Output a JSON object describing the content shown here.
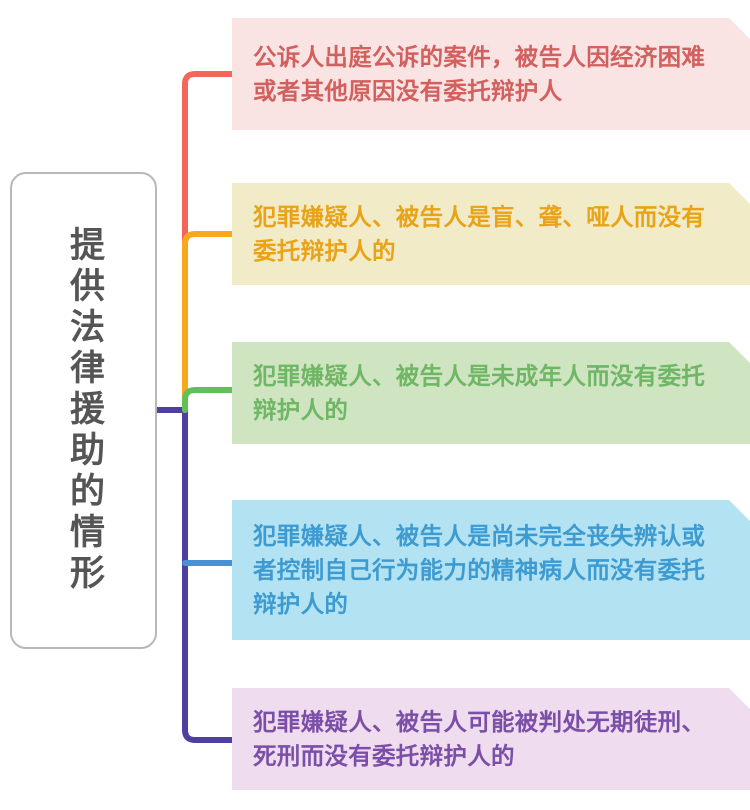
{
  "diagram": {
    "type": "mind-map",
    "orientation": "left-root-right-branches",
    "root": {
      "label": "提供法律援助的情形",
      "border_color": "#b8b8b8",
      "text_color": "#555555",
      "background": "#ffffff"
    },
    "branches": [
      {
        "index": 1,
        "text": "公诉人出庭公诉的案件，被告人因经济困难或者其他原因没有委托辩护人",
        "card_background": "#FAE3E3",
        "text_color": "#D1605E",
        "connector_color": "#F4655A"
      },
      {
        "index": 2,
        "text": "犯罪嫌疑人、被告人是盲、聋、哑人而没有委托辩护人的",
        "card_background": "#F2EBC8",
        "text_color": "#E8A317",
        "connector_color": "#F7A81B"
      },
      {
        "index": 3,
        "text": "犯罪嫌疑人、被告人是未成年人而没有委托辩护人的",
        "card_background": "#CFE4C1",
        "text_color": "#6FB665",
        "connector_color": "#62C05A"
      },
      {
        "index": 4,
        "text": "犯罪嫌疑人、被告人是尚未完全丧失辨认或者控制自己行为能力的精神病人而没有委托辩护人的",
        "card_background": "#B3E2F2",
        "text_color": "#3D9BD1",
        "connector_color": "#4A90D9"
      },
      {
        "index": 5,
        "text": "犯罪嫌疑人、被告人可能被判处无期徒刑、死刑而没有委托辩护人的",
        "card_background": "#EFDCEE",
        "text_color": "#7B4FA8",
        "connector_color": "#4E3FA0"
      }
    ],
    "trunk": {
      "color": "#4E3FA0"
    }
  }
}
